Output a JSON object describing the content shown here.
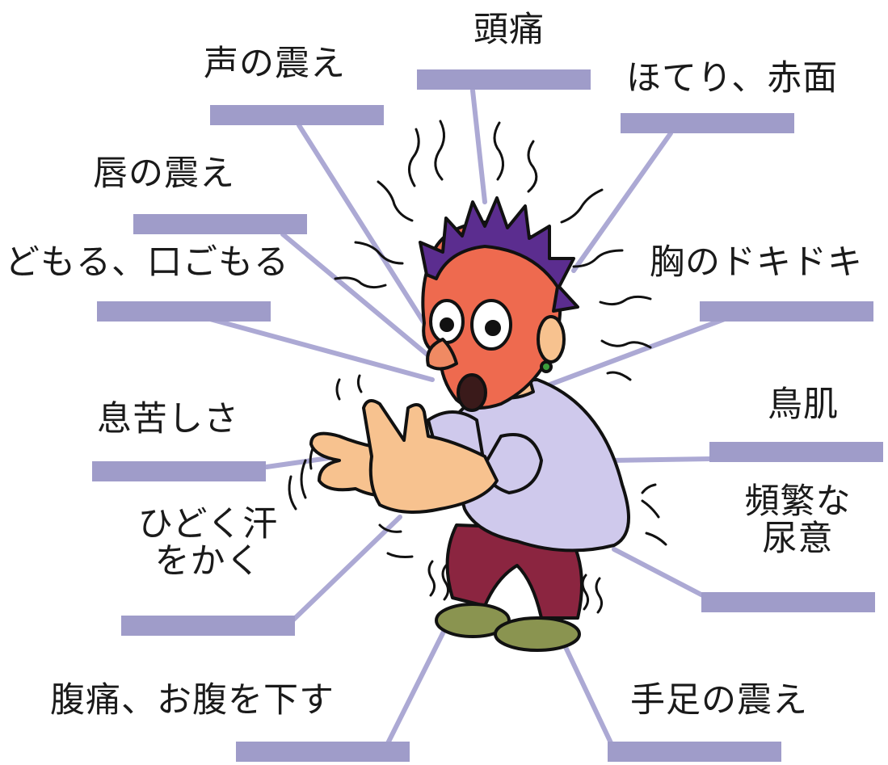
{
  "colors": {
    "bar": "#9f9cc9",
    "leader": "#aca9d4",
    "text": "#1a1a1a",
    "skin": "#f7c28f",
    "face_flush": "#ee5a45",
    "hair": "#5b2d8f",
    "shirt": "#cfc9ec",
    "pants": "#8b2540",
    "shoes": "#8a9450",
    "earring": "#3c9d3c"
  },
  "labels": {
    "headache": "頭痛",
    "voice_tremor": "声の震え",
    "hot_flush": "ほてり、赤面",
    "lip_tremor": "唇の震え",
    "stuttering": "どもる、口ごもる",
    "palpitations": "胸のドキドキ",
    "breathlessness": "息苦しさ",
    "goosebumps": "鳥肌",
    "sweating_line1": "ひどく汗",
    "sweating_line2": "をかく",
    "urination_line1": "頻繁な",
    "urination_line2": "尿意",
    "stomach": "腹痛、お腹を下す",
    "limb_tremor": "手足の震え"
  }
}
